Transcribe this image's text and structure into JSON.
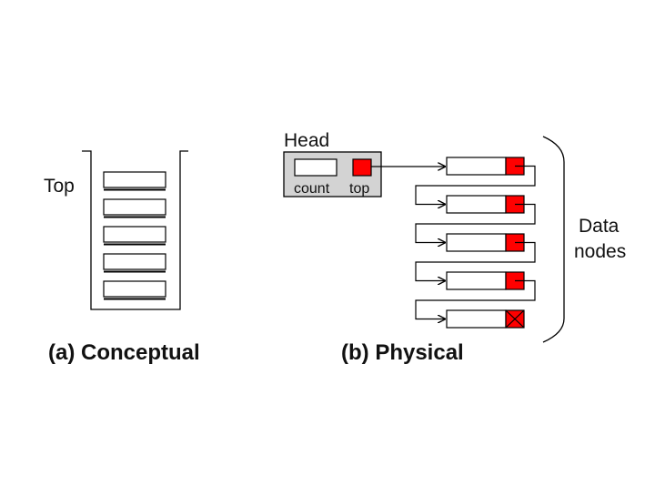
{
  "conceptual": {
    "top_label": "Top",
    "caption": "(a) Conceptual",
    "slot_count": 5
  },
  "physical": {
    "head_label": "Head",
    "count_label": "count",
    "top_label": "top",
    "data_nodes_label": [
      "Data",
      "nodes"
    ],
    "caption": "(b) Physical",
    "node_count": 5
  },
  "colors": {
    "pointer_fill": "#ff0000",
    "head_box_fill": "#d3d3d3",
    "stroke": "#000000"
  }
}
